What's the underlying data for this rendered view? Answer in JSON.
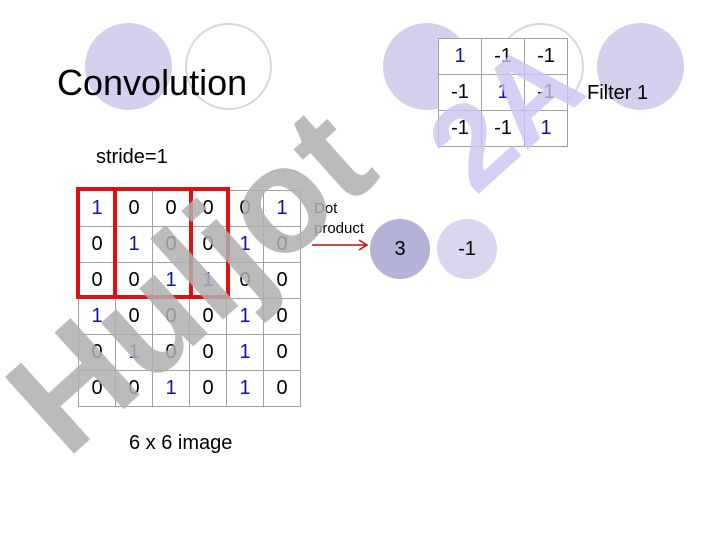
{
  "slide": {
    "title": "Convolution",
    "stride_label": "stride=1",
    "image_caption": "6 x 6 image",
    "filter_label": "Filter 1",
    "dot_product_label": [
      "Dot",
      "product"
    ],
    "results": [
      "3",
      "-1"
    ]
  },
  "image_matrix": [
    [
      "1",
      "0",
      "0",
      "0",
      "0",
      "1"
    ],
    [
      "0",
      "1",
      "0",
      "0",
      "1",
      "0"
    ],
    [
      "0",
      "0",
      "1",
      "1",
      "0",
      "0"
    ],
    [
      "1",
      "0",
      "0",
      "0",
      "1",
      "0"
    ],
    [
      "0",
      "1",
      "0",
      "0",
      "1",
      "0"
    ],
    [
      "0",
      "0",
      "1",
      "0",
      "1",
      "0"
    ]
  ],
  "filter_matrix": [
    [
      "1",
      "-1",
      "-1"
    ],
    [
      "-1",
      "1",
      "-1"
    ],
    [
      "-1",
      "-1",
      "1"
    ]
  ],
  "watermarks": [
    "Huljot",
    "2A"
  ],
  "colors": {
    "highlight_digit": "#1010b0",
    "window_border": "#e01010",
    "arrow": "#c01010",
    "deco_circle": "#d2d0ec"
  }
}
